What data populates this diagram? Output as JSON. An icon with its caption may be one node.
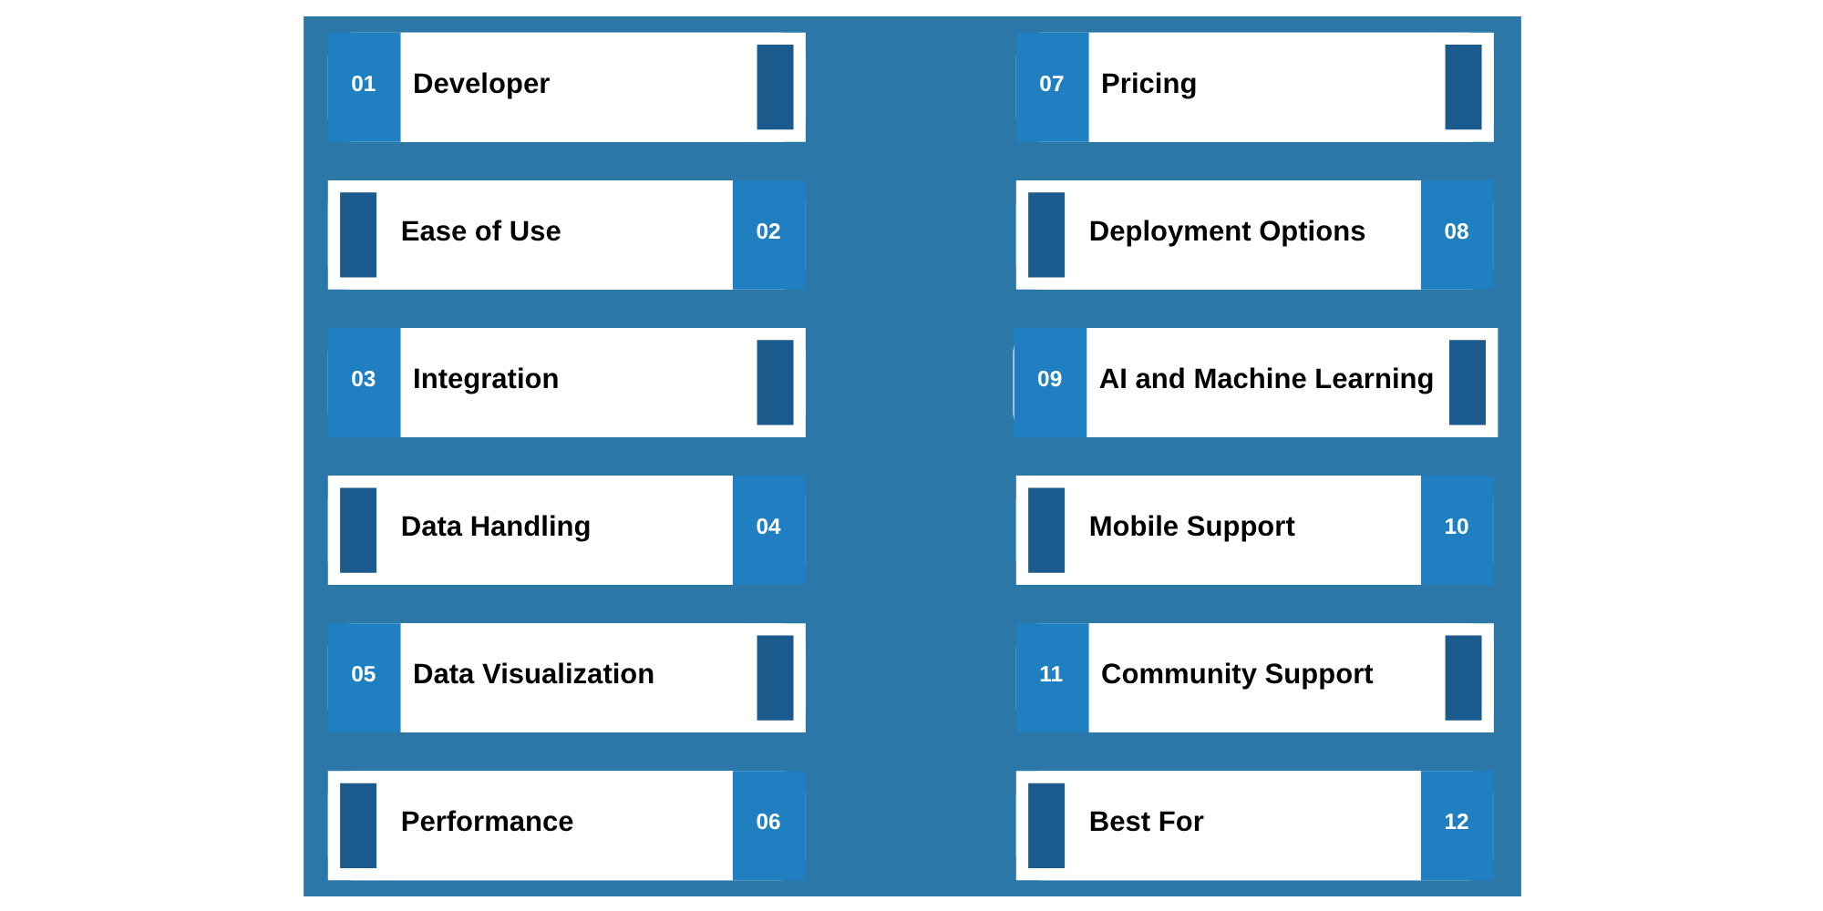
{
  "diagram": {
    "nodes": [
      {
        "text": [
          "01",
          "Developer"
        ]
      },
      {
        "text": [
          "Ease of Use",
          "02"
        ]
      },
      {
        "text": [
          "03",
          "Integration"
        ]
      },
      {
        "text": [
          "Data Handling",
          "04"
        ]
      },
      {
        "text": [
          "05",
          "Data Visualization"
        ]
      },
      {
        "text": [
          "Performance",
          "06"
        ]
      },
      {
        "text": [
          "07",
          "Pricing"
        ]
      },
      {
        "text": [
          "Deployment Options",
          "08"
        ]
      },
      {
        "text": [
          "09",
          "AI and Machine Learning"
        ]
      },
      {
        "text": [
          "Mobile Support",
          "10"
        ]
      },
      {
        "text": [
          "11",
          "Community Support"
        ]
      },
      {
        "text": [
          "Best For",
          "12"
        ]
      }
    ],
    "edges": []
  }
}
